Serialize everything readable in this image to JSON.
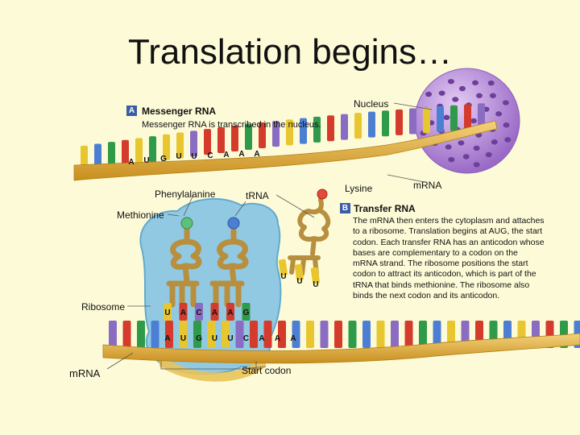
{
  "title": "Translation begins…",
  "sections": {
    "a": {
      "badge": "A",
      "title": "Messenger RNA",
      "subtitle": "Messenger RNA is transcribed in the nucleus."
    },
    "b": {
      "badge": "B",
      "title": "Transfer RNA",
      "description": "The mRNA then enters the cytoplasm and attaches to a ribosome. Translation begins at AUG, the start codon. Each transfer RNA has an anticodon whose bases are complementary to a codon on the mRNA strand. The ribosome positions the start codon to attract its anticodon, which is part of the tRNA that binds methionine. The ribosome also binds the next codon and its anticodon."
    }
  },
  "labels": {
    "nucleus": "Nucleus",
    "mrna_top": "mRNA",
    "lysine": "Lysine",
    "phenylalanine": "Phenylalanine",
    "trna": "tRNA",
    "methionine": "Methionine",
    "ribosome": "Ribosome",
    "mrna_bottom": "mRNA",
    "start_codon": "Start codon"
  },
  "top_bases": [
    "A",
    "U",
    "G",
    "U",
    "U",
    "C",
    "A",
    "A",
    "A"
  ],
  "bottom_bases": [
    "A",
    "U",
    "G",
    "U",
    "U",
    "C",
    "A",
    "A",
    "A"
  ],
  "anticodons": [
    "U",
    "A",
    "C",
    "A",
    "A",
    "G"
  ],
  "free_anticodon": [
    "U",
    "U",
    "U"
  ],
  "colors": {
    "adenine": "#d43b2c",
    "uracil": "#e8c630",
    "guanine": "#2f9a4a",
    "cytosine": "#8a6cc2",
    "backbone": "#e3b23c",
    "ribosome": "#6cb8dc",
    "nucleus": "#b58ad8",
    "trna": "#c9a25a"
  }
}
